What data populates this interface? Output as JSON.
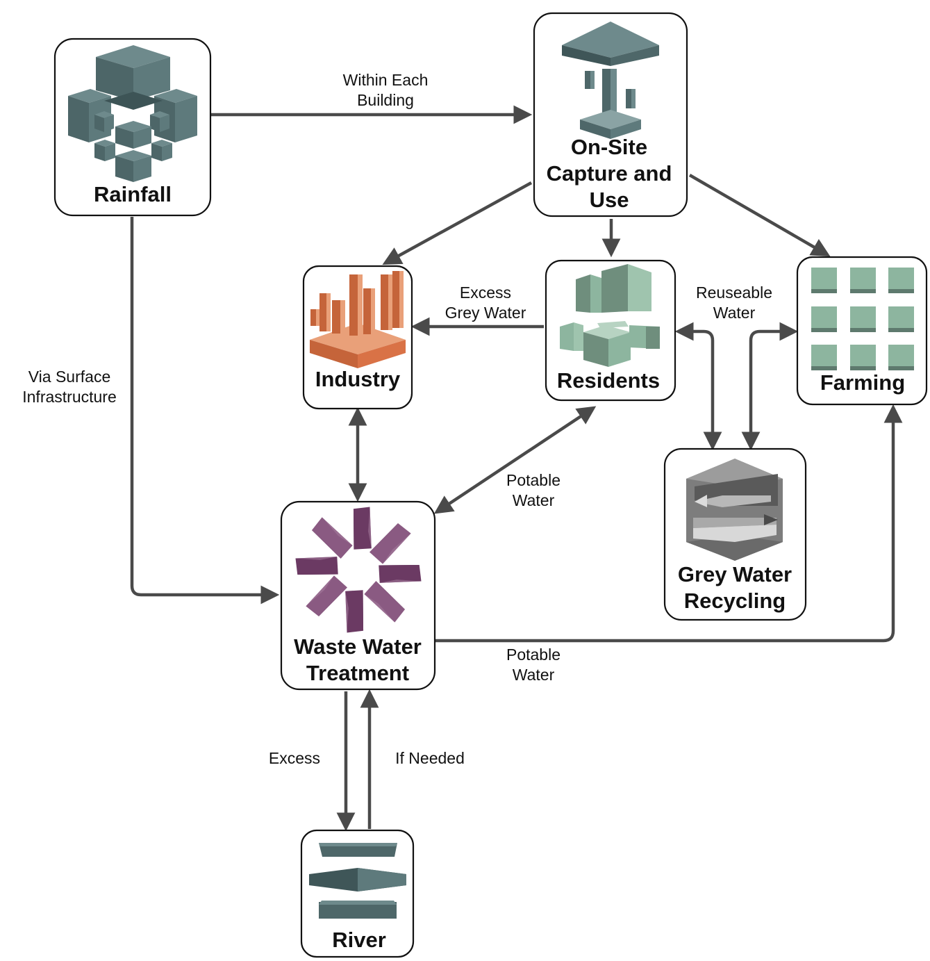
{
  "nodes": {
    "rainfall": "Rainfall",
    "onsite": [
      "On-Site",
      "Capture and",
      "Use"
    ],
    "industry": "Industry",
    "residents": "Residents",
    "farming": "Farming",
    "greywater": [
      "Grey Water",
      "Recycling"
    ],
    "wastewater": [
      "Waste Water",
      "Treatment"
    ],
    "river": "River"
  },
  "edge_labels": {
    "within_building": [
      "Within Each",
      "Building"
    ],
    "surface": [
      "Via Surface",
      "Infrastructure"
    ],
    "excess_grey": [
      "Excess",
      "Grey Water"
    ],
    "reuseable": [
      "Reuseable",
      "Water"
    ],
    "potable_residents": [
      "Potable",
      "Water"
    ],
    "potable_farming": [
      "Potable",
      "Water"
    ],
    "excess": "Excess",
    "if_needed": "If Needed"
  },
  "icons": {
    "rainfall": "rain-cubes-icon",
    "onsite": "capture-tower-icon",
    "industry": "factory-bars-icon",
    "residents": "residential-blocks-icon",
    "farming": "field-grid-icon",
    "greywater": "recycle-hexagon-icon",
    "wastewater": "treatment-flower-icon",
    "river": "river-slabs-icon"
  },
  "colors": {
    "edge": "#4a4a4a",
    "rain_icon": "#5a7577",
    "industry_icon": "#e07e4f",
    "residents_icon": "#8db59f",
    "greywater_icon": "#8e8e8e",
    "wastewater_icon": "#6b3a63"
  }
}
